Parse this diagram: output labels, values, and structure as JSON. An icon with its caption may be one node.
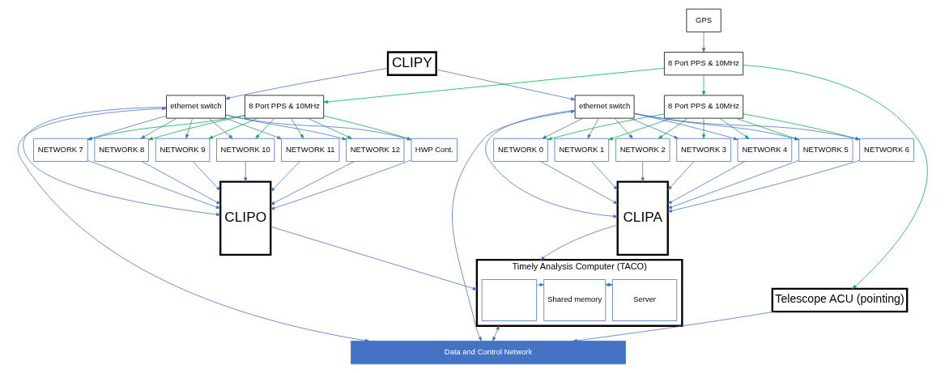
{
  "diagram": {
    "nodes": [
      {
        "text": [
          "GPS"
        ]
      },
      {
        "text": [
          "8 Port PPS & 10MHz"
        ]
      },
      {
        "text": [
          "8 Port PPS & 10MHz"
        ]
      },
      {
        "text": [
          "8 Port PPS & 10MHz"
        ]
      },
      {
        "text": [
          "NETWORK 0"
        ]
      },
      {
        "text": [
          "NETWORK 1"
        ]
      },
      {
        "text": [
          "NETWORK 2"
        ]
      },
      {
        "text": [
          "NETWORK 3"
        ]
      },
      {
        "text": [
          "NETWORK 4"
        ]
      },
      {
        "text": [
          "NETWORK 5"
        ]
      },
      {
        "text": [
          "NETWORK 6"
        ]
      },
      {
        "text": [
          "CLIPA"
        ]
      },
      {
        "text": [
          "NETWORK 7"
        ]
      },
      {
        "text": [
          "NETWORK 8"
        ]
      },
      {
        "text": [
          "NETWORK 9"
        ]
      },
      {
        "text": [
          "NETWORK 10"
        ]
      },
      {
        "text": [
          "NETWORK 11"
        ]
      },
      {
        "text": [
          "NETWORK 12"
        ]
      },
      {
        "text": [
          "HWP Cont."
        ]
      },
      {
        "text": [
          "CLIPO"
        ]
      },
      {
        "text": [
          "ethernet switch"
        ]
      },
      {
        "text": [
          "CLIPY"
        ]
      },
      {
        "text": [
          "ethernet switch"
        ]
      },
      {
        "text": [
          "Telescope ACU (pointing)"
        ]
      },
      {
        "text": [
          "Data and Control Network"
        ]
      },
      {
        "text": [
          "Timely Analysis Computer (TACO)"
        ]
      },
      {
        "text": [],
        "shape": "box",
        "in": 25
      },
      {
        "text": [
          "Shared memory"
        ],
        "in": 25
      },
      {
        "text": [
          "Server"
        ],
        "in": 25
      }
    ],
    "edges": [
      {
        "from": 0,
        "to": 1,
        "arrow": "to"
      },
      {
        "from": 1,
        "to": 2,
        "arrow": "to",
        "color": "#00b050"
      },
      {
        "from": 1,
        "to": 3,
        "arrow": "to",
        "color": "#00b050"
      },
      {
        "from": 1,
        "to": 23,
        "arrow": "to",
        "color": "#00b050"
      },
      {
        "from": 2,
        "to": 4,
        "arrow": "to",
        "color": "#00b050"
      },
      {
        "from": 2,
        "to": 5,
        "arrow": "to",
        "color": "#00b050"
      },
      {
        "from": 2,
        "to": 6,
        "arrow": "to",
        "color": "#00b050"
      },
      {
        "from": 2,
        "to": 7,
        "arrow": "to",
        "color": "#00b050"
      },
      {
        "from": 2,
        "to": 8,
        "arrow": "to",
        "color": "#00b050"
      },
      {
        "from": 2,
        "to": 9,
        "arrow": "to",
        "color": "#00b050"
      },
      {
        "from": 2,
        "to": 10,
        "arrow": "to",
        "color": "#00b050"
      },
      {
        "from": 3,
        "to": 12,
        "arrow": "to",
        "color": "#00b050"
      },
      {
        "from": 3,
        "to": 13,
        "arrow": "to",
        "color": "#00b050"
      },
      {
        "from": 3,
        "to": 14,
        "arrow": "to",
        "color": "#00b050"
      },
      {
        "from": 3,
        "to": 15,
        "arrow": "to",
        "color": "#00b050"
      },
      {
        "from": 3,
        "to": 16,
        "arrow": "to",
        "color": "#00b050"
      },
      {
        "from": 3,
        "to": 17,
        "arrow": "to",
        "color": "#00b050"
      },
      {
        "from": 3,
        "to": 18,
        "arrow": "to",
        "color": "#00b050"
      },
      {
        "from": 4,
        "to": 11,
        "arrow": "to"
      },
      {
        "from": 5,
        "to": 11,
        "arrow": "to"
      },
      {
        "from": 6,
        "to": 11,
        "arrow": "to"
      },
      {
        "from": 7,
        "to": 11,
        "arrow": "to"
      },
      {
        "from": 8,
        "to": 11,
        "arrow": "to"
      },
      {
        "from": 9,
        "to": 11,
        "arrow": "to"
      },
      {
        "from": 10,
        "to": 11,
        "arrow": "to"
      },
      {
        "from": 12,
        "to": 19,
        "arrow": "to"
      },
      {
        "from": 13,
        "to": 19,
        "arrow": "to"
      },
      {
        "from": 14,
        "to": 19,
        "arrow": "to"
      },
      {
        "from": 15,
        "to": 19,
        "arrow": "to"
      },
      {
        "from": 16,
        "to": 19,
        "arrow": "to"
      },
      {
        "from": 17,
        "to": 19,
        "arrow": "to"
      },
      {
        "from": 18,
        "to": 19,
        "arrow": "to"
      },
      {
        "from": 20,
        "to": 4,
        "arrow": "to"
      },
      {
        "from": 20,
        "to": 5,
        "arrow": "to"
      },
      {
        "from": 20,
        "to": 6,
        "arrow": "to"
      },
      {
        "from": 20,
        "to": 7,
        "arrow": "to"
      },
      {
        "from": 20,
        "to": 8,
        "arrow": "to"
      },
      {
        "from": 20,
        "to": 9,
        "arrow": "to"
      },
      {
        "from": 20,
        "to": 10,
        "arrow": "to"
      },
      {
        "from": 20,
        "to": 11,
        "arrow": "to"
      },
      {
        "from": 22,
        "to": 12,
        "arrow": "to"
      },
      {
        "from": 22,
        "to": 13,
        "arrow": "to"
      },
      {
        "from": 22,
        "to": 14,
        "arrow": "to"
      },
      {
        "from": 22,
        "to": 15,
        "arrow": "to"
      },
      {
        "from": 22,
        "to": 16,
        "arrow": "to"
      },
      {
        "from": 22,
        "to": 17,
        "arrow": "to"
      },
      {
        "from": 22,
        "to": 18,
        "arrow": "to"
      },
      {
        "from": 22,
        "to": 19,
        "arrow": "to"
      },
      {
        "from": 11,
        "to": 25,
        "arrow": "to"
      },
      {
        "from": 19,
        "to": 25,
        "arrow": "to"
      },
      {
        "from": 21,
        "to": 20,
        "arrow": "to"
      },
      {
        "from": 21,
        "to": 22,
        "arrow": "to"
      },
      {
        "from": 20,
        "to": 24,
        "arrow": "both"
      },
      {
        "from": 22,
        "to": 24,
        "arrow": "both"
      },
      {
        "from": 25,
        "to": 24,
        "arrow": "both"
      },
      {
        "from": 23,
        "to": 24,
        "arrow": "to"
      },
      {
        "from": 26,
        "to": 27,
        "arrow": "to"
      },
      {
        "from": 27,
        "to": 28,
        "arrow": "both"
      }
    ]
  }
}
